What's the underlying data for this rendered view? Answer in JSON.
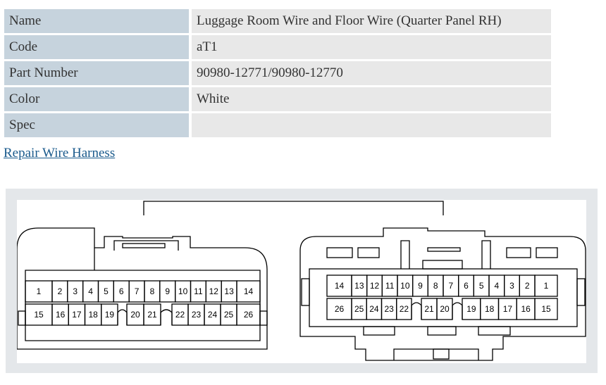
{
  "table": {
    "rows": [
      {
        "label": "Name",
        "value": "Luggage Room Wire and Floor Wire (Quarter Panel RH)"
      },
      {
        "label": "Code",
        "value": "aT1"
      },
      {
        "label": "Part Number",
        "value": "90980-12771/90980-12770"
      },
      {
        "label": "Color",
        "value": "White"
      },
      {
        "label": "Spec",
        "value": ""
      }
    ]
  },
  "link": {
    "label": "Repair Wire Harness"
  },
  "diagram": {
    "left_connector": {
      "row1": [
        "1",
        "2",
        "3",
        "4",
        "5",
        "6",
        "7",
        "8",
        "9",
        "10",
        "11",
        "12",
        "13",
        "14"
      ],
      "row2": [
        "15",
        "16",
        "17",
        "18",
        "19",
        "20",
        "21",
        "22",
        "23",
        "24",
        "25",
        "26"
      ]
    },
    "right_connector": {
      "row1": [
        "14",
        "13",
        "12",
        "11",
        "10",
        "9",
        "8",
        "7",
        "6",
        "5",
        "4",
        "3",
        "2",
        "1"
      ],
      "row2": [
        "26",
        "25",
        "24",
        "23",
        "22",
        "21",
        "20",
        "19",
        "18",
        "17",
        "16",
        "15"
      ]
    }
  }
}
